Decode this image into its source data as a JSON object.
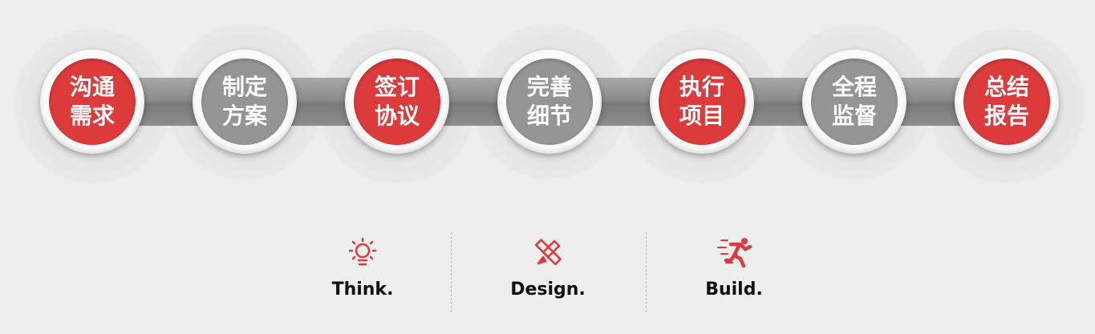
{
  "steps": [
    {
      "label": "沟通需求",
      "color": "red"
    },
    {
      "label": "制定方案",
      "color": "gray"
    },
    {
      "label": "签订协议",
      "color": "red"
    },
    {
      "label": "完善细节",
      "color": "gray"
    },
    {
      "label": "执行项目",
      "color": "red"
    },
    {
      "label": "全程监督",
      "color": "gray"
    },
    {
      "label": "总结报告",
      "color": "red"
    }
  ],
  "features": [
    {
      "label": "Think.",
      "icon": "lightbulb-icon"
    },
    {
      "label": "Design.",
      "icon": "ruler-pencil-icon"
    },
    {
      "label": "Build.",
      "icon": "running-person-icon"
    }
  ],
  "colors": {
    "accent": "#dd3a3b",
    "gray": "#959595"
  }
}
